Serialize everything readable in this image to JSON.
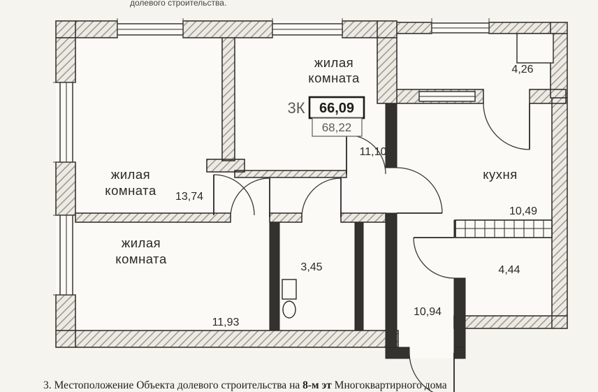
{
  "document": {
    "top_text": "долевого строительства.",
    "bottom_text_1": "3.  Местоположение Объекта долевого строительства на ",
    "bottom_text_2": "8-м эт",
    "bottom_text_3": "  Многоквартирного дома"
  },
  "plan": {
    "header": {
      "type": "3К",
      "area_main": "66,09",
      "area_alt": "68,22"
    },
    "rooms": [
      {
        "key": "living-room-top",
        "line1": "жилая",
        "line2": "комната",
        "area": "11,10"
      },
      {
        "key": "living-room-left",
        "line1": "жилая",
        "line2": "комната",
        "area": "13,74"
      },
      {
        "key": "living-room-bottom",
        "line1": "жилая",
        "line2": "комната",
        "area": "11,93"
      },
      {
        "key": "kitchen",
        "name": "кухня",
        "area": "10,49"
      },
      {
        "key": "balcony",
        "area": "4,26"
      },
      {
        "key": "small-room",
        "area": "4,44"
      },
      {
        "key": "bathroom",
        "area": "3,45"
      },
      {
        "key": "hallway",
        "area": "10,94"
      }
    ]
  },
  "palette": {
    "paper": "#f5f4ef",
    "floor": "#fbfaf6",
    "wall_line": "#2a2824",
    "hatch_line": "#8d8b84",
    "hatch_fill": "#eceae3",
    "soft_text": "#5e5c55"
  }
}
